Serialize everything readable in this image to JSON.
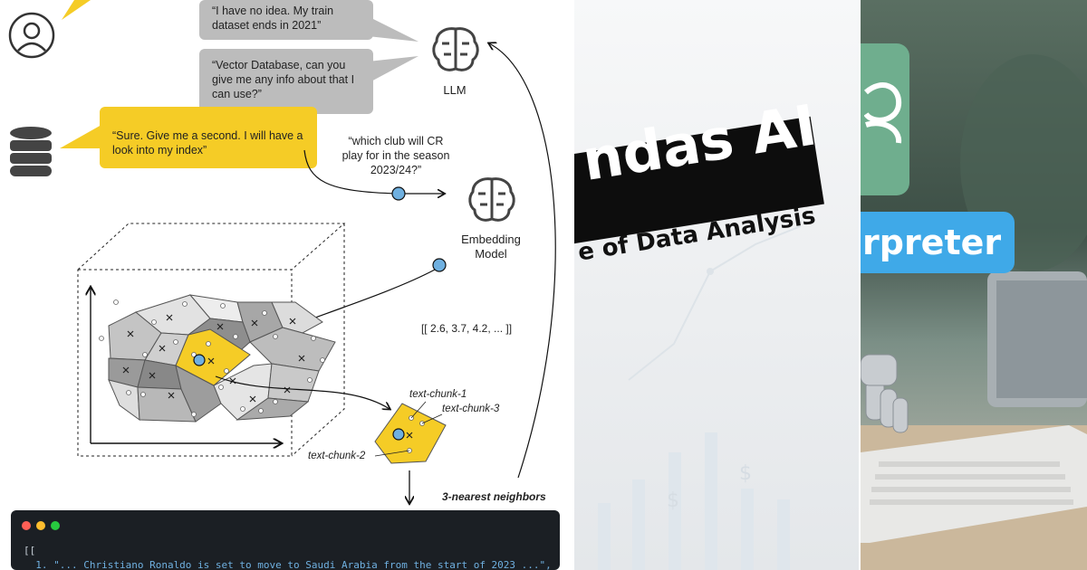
{
  "rag": {
    "bubble1": "“I have no idea. My train dataset ends in 2021”",
    "bubble2": "“Vector Database, can you give me any info about that I can use?”",
    "bubble3": "“Sure. Give me a second. I will have a look into my index”",
    "query": "“which club will CR play for in the season 2023/24?”",
    "llm_label": "LLM",
    "embedding_label": "Embedding Model",
    "vector": "[[ 2.6, 3.7, 4.2, ... ]]",
    "chunk1": "text-chunk-1",
    "chunk2": "text-chunk-2",
    "chunk3": "text-chunk-3",
    "neighbors": "3-nearest neighbors",
    "code_line1": "[[",
    "code_line2": "  1. \"... Christiano Ronaldo is set to move to Saudi Arabia from the start of 2023 ...\","
  },
  "pandas": {
    "title": "ndas AI",
    "subtitle": "e of Data Analysis"
  },
  "interpreter": {
    "title": "rpreter"
  },
  "colors": {
    "yellow": "#f5cc26",
    "gray_bubble": "#bcbcbc",
    "node_blue": "#6fb0e0",
    "code_bg": "#1b1f24",
    "pill_blue": "#3fa9e8"
  }
}
